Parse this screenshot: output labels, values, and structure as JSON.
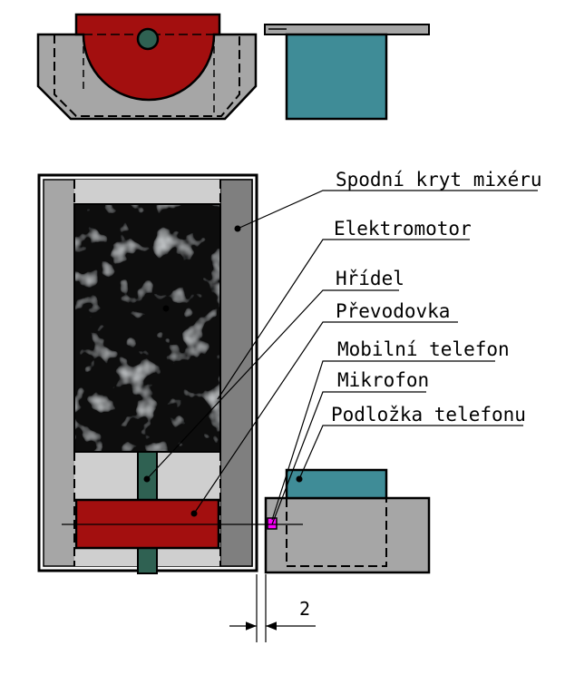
{
  "labels": {
    "spodni_kryt": "Spodní kryt mixéru",
    "elektromotor": "Elektromotor",
    "hridel": "Hřídel",
    "prevodovka": "Převodovka",
    "mobilni_telefon": "Mobilní telefon",
    "mikrofon": "Mikrofon",
    "podlozka": "Podložka telefonu"
  },
  "dimension": {
    "gap_value": "2"
  },
  "colors": {
    "housing_gray": "#a6a6a6",
    "dark_gray": "#7f7f7f",
    "gearbox_red": "#a30f0f",
    "shaft_green": "#2f6152",
    "phone_teal": "#3f8c97",
    "mic_magenta": "#ff00ff",
    "motor_black": "#0c0d0e"
  }
}
